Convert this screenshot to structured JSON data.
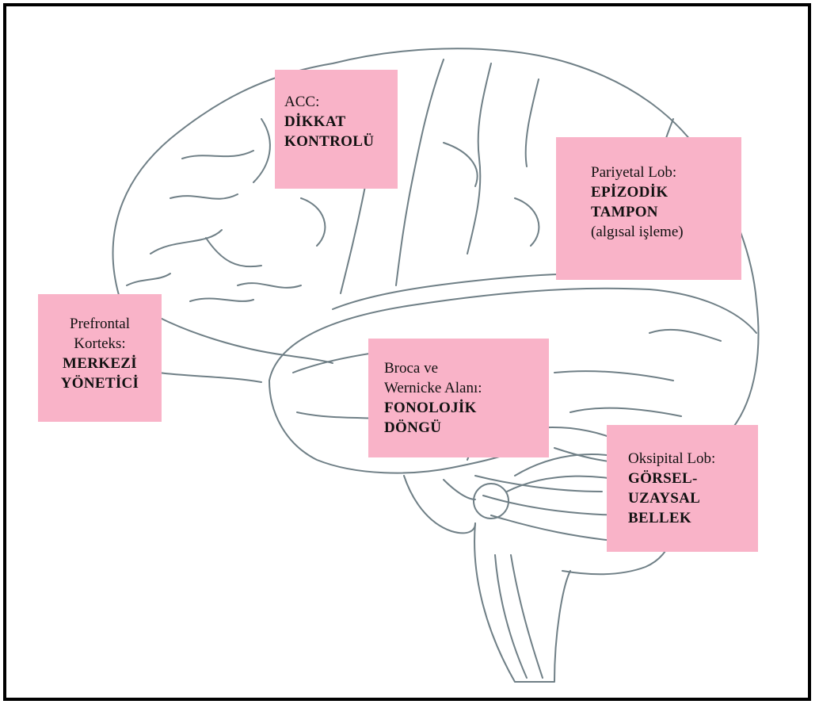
{
  "diagram": {
    "colors": {
      "label_fill": "#f9b3c8",
      "brain_stroke": "#6f7f86",
      "frame": "#000000"
    },
    "labels": {
      "acc": {
        "region": "ACC:",
        "func1": "DİKKAT",
        "func2": "KONTROLÜ"
      },
      "parietal": {
        "region": "Pariyetal Lob:",
        "func1": "EPİZODİK",
        "func2": "TAMPON",
        "note": "(algısal işleme)"
      },
      "prefrontal": {
        "region1": "Prefrontal",
        "region2": "Korteks:",
        "func1": "MERKEZİ",
        "func2": "YÖNETİCİ"
      },
      "broca": {
        "region1": "Broca ve",
        "region2": "Wernicke Alanı:",
        "func1": "FONOLOJİK",
        "func2": "DÖNGÜ"
      },
      "occipital": {
        "region": "Oksipital Lob:",
        "func1": "GÖRSEL-",
        "func2": "UZAYSAL",
        "func3": "BELLEK"
      }
    }
  }
}
